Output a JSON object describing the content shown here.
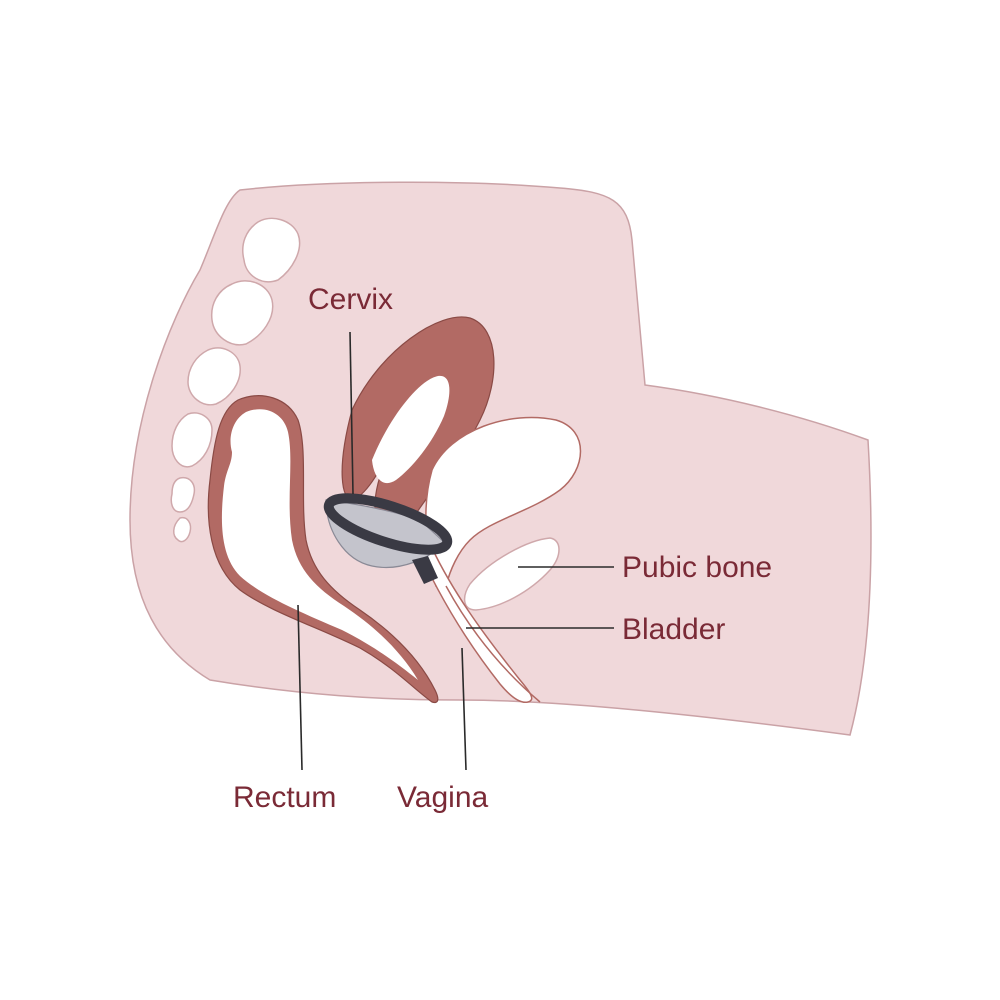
{
  "labels": {
    "cervix": "Cervix",
    "pubic_bone": "Pubic bone",
    "bladder": "Bladder",
    "rectum": "Rectum",
    "vagina": "Vagina"
  },
  "colors": {
    "body": "#f0d8da",
    "body_outline": "#caa2a6",
    "organ_wall": "#b26a64",
    "organ_dark": "#8a4a45",
    "cavity": "#ffffff",
    "bone_outline": "#cfa8ab",
    "cup_dark": "#3a3a44",
    "cup_light": "#c4c4cc",
    "label": "#7a2a36",
    "leader": "#2a2a2a"
  }
}
